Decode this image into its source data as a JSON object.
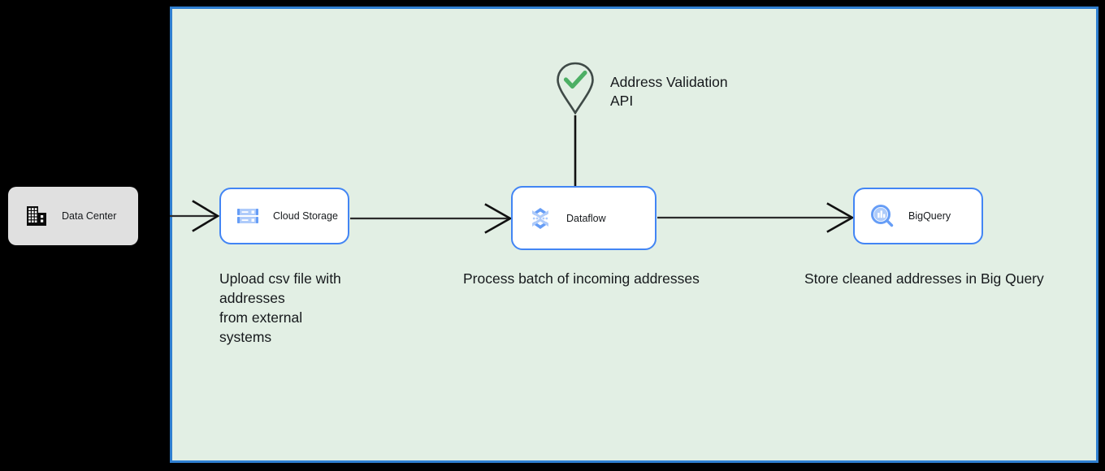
{
  "canvas": {
    "name": "google-cloud-platform-boundary",
    "background_color": "#e2efe4",
    "border_color": "#2f7fd0"
  },
  "nodes": [
    {
      "id": "data-center",
      "label": "Data Center",
      "icon": "data-center-building-icon",
      "style": "grey-rounded-box",
      "fill": "#e0e0e0"
    },
    {
      "id": "cloud-storage",
      "label": "Cloud Storage",
      "icon": "cloud-storage-icon",
      "style": "white-rounded-box-blue-border",
      "fill": "#ffffff",
      "border": "#4285f4"
    },
    {
      "id": "dataflow",
      "label": "Dataflow",
      "icon": "dataflow-icon",
      "style": "white-rounded-box-blue-border",
      "fill": "#ffffff",
      "border": "#4285f4"
    },
    {
      "id": "bigquery",
      "label": "BigQuery",
      "icon": "bigquery-icon",
      "style": "white-rounded-box-blue-border",
      "fill": "#ffffff",
      "border": "#4285f4"
    }
  ],
  "external_api": {
    "label": "Address Validation\nAPI",
    "icon": "map-pin-check-icon",
    "pin_stroke": "#3f4a47",
    "check_color": "#4caf64"
  },
  "captions": {
    "upload": "Upload csv file with addresses\nfrom external\nsystems",
    "process": "Process batch of incoming addresses",
    "store": "Store cleaned addresses in Big Query"
  },
  "connectors": [
    {
      "id": "datacenter-to-cloudstorage",
      "from": "data-center",
      "to": "cloud-storage",
      "arrowhead": "open-v"
    },
    {
      "id": "cloudstorage-to-dataflow",
      "from": "cloud-storage",
      "to": "dataflow",
      "arrowhead": "open-v"
    },
    {
      "id": "dataflow-to-bigquery",
      "from": "dataflow",
      "to": "bigquery",
      "arrowhead": "open-v"
    },
    {
      "id": "api-to-dataflow",
      "from": "address-validation-api",
      "to": "dataflow",
      "arrowhead": "none"
    }
  ]
}
